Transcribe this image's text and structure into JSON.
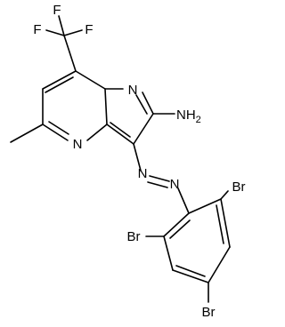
{
  "molecule": {
    "atoms": {
      "F_top": "F",
      "F_left": "F",
      "F_right": "F",
      "N_pyrazole": "N",
      "N_pyrimidine": "N",
      "amine": {
        "main": "NH",
        "sub": "2"
      },
      "N_azo_1": "N",
      "N_azo_2": "N",
      "Br_right": "Br",
      "Br_left": "Br",
      "Br_bottom": "Br"
    }
  }
}
